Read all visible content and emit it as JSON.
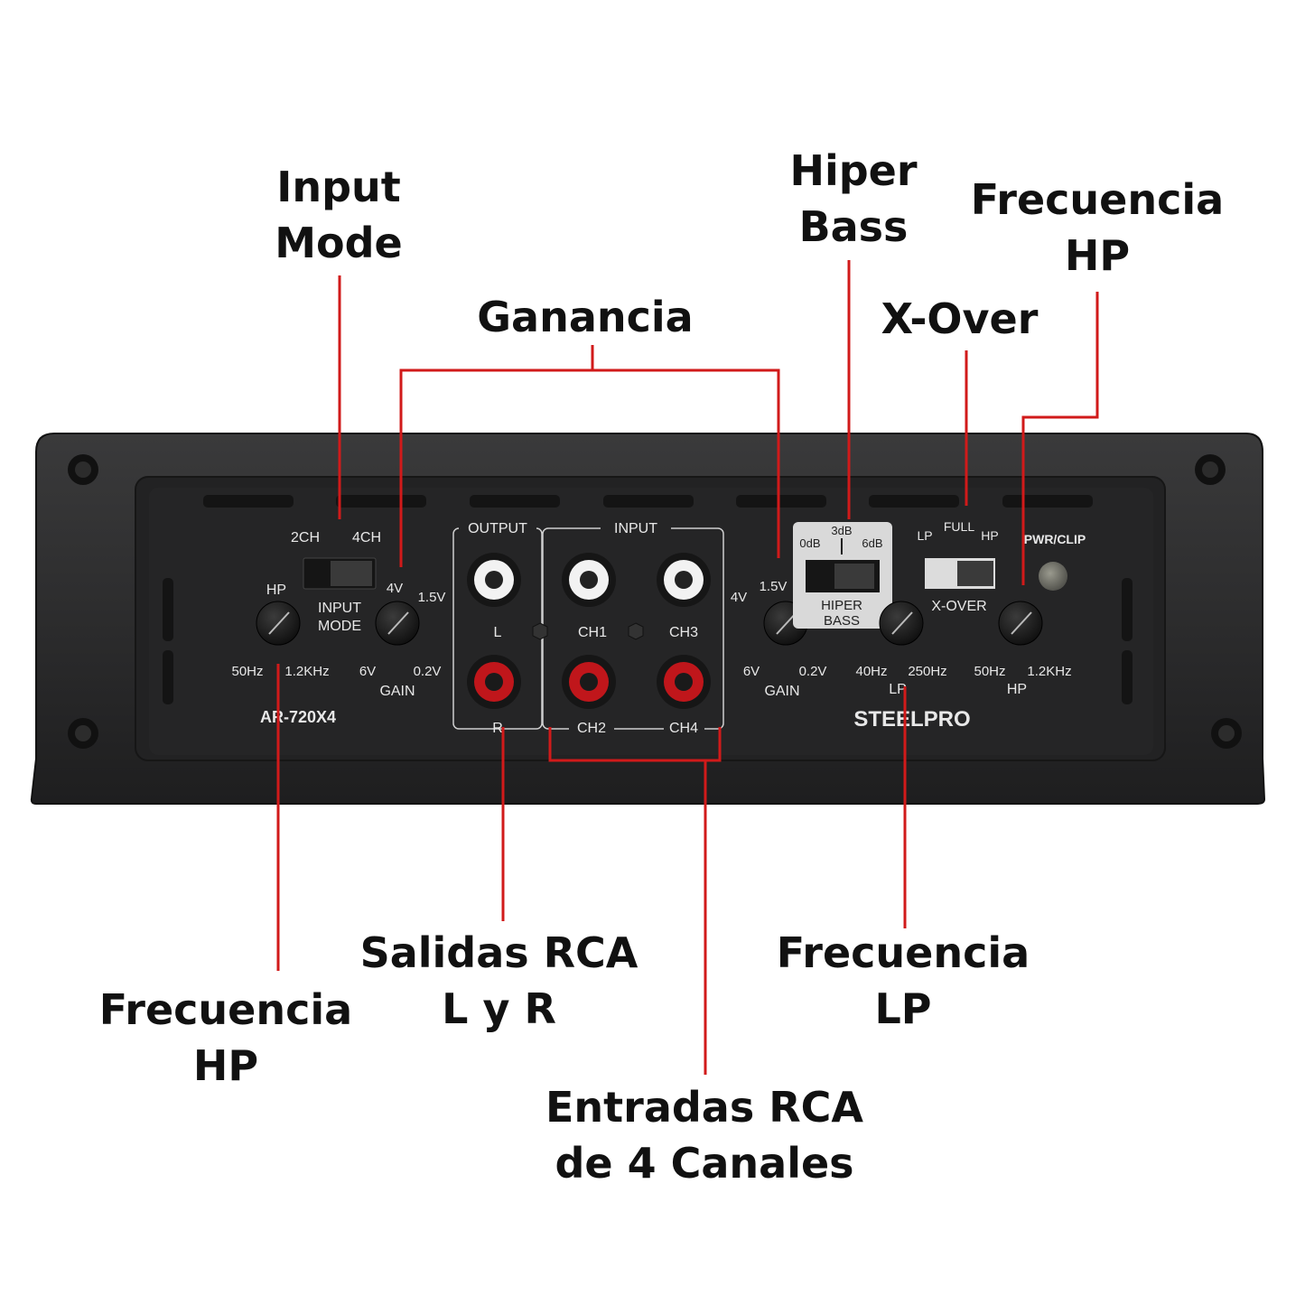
{
  "callouts": {
    "input_mode": [
      "Input",
      "Mode"
    ],
    "ganancia": [
      "Ganancia"
    ],
    "hiper_bass": [
      "Hiper",
      "Bass"
    ],
    "xover": [
      "X-Over"
    ],
    "freq_hp_top": [
      "Frecuencia",
      "HP"
    ],
    "freq_hp_bottom": [
      "Frecuencia",
      "HP"
    ],
    "salidas_rca": [
      "Salidas RCA",
      "L y R"
    ],
    "entradas_rca": [
      "Entradas RCA",
      "de 4 Canales"
    ],
    "freq_lp": [
      "Frecuencia",
      "LP"
    ]
  },
  "panel": {
    "switch_2ch": "2CH",
    "switch_4ch": "4CH",
    "input_mode_1": "INPUT",
    "input_mode_2": "MODE",
    "hp_left": "HP",
    "hp_left_min": "50Hz",
    "hp_left_max": "1.2KHz",
    "gain_left_max": "4V",
    "gain_left_min_top": "1.5V",
    "gain_left_low": "6V",
    "gain_left_high": "0.2V",
    "gain_left_label": "GAIN",
    "model": "AR-720X4",
    "output_label": "OUTPUT",
    "input_label": "INPUT",
    "out_l": "L",
    "out_r": "R",
    "ch1": "CH1",
    "ch2": "CH2",
    "ch3": "CH3",
    "ch4": "CH4",
    "gain_right_max": "4V",
    "gain_right_top": "1.5V",
    "gain_right_low": "6V",
    "gain_right_high": "0.2V",
    "gain_right_label": "GAIN",
    "bass_3db": "3dB",
    "bass_0db": "0dB",
    "bass_6db": "6dB",
    "hiper_1": "HIPER",
    "hiper_2": "BASS",
    "lp_low": "40Hz",
    "lp_high": "250Hz",
    "lp_label": "LP",
    "xover_lp": "LP",
    "xover_full": "FULL",
    "xover_hp": "HP",
    "xover_label": "X-OVER",
    "pwr_clip": "PWR/CLIP",
    "hp_right_min": "50Hz",
    "hp_right_max": "1.2KHz",
    "hp_right_label": "HP",
    "brand": "STEELPRO"
  },
  "colors": {
    "callout_line": "#d11a1a",
    "chassis": "#2b2b2c",
    "panel": "#222223",
    "rca_red": "#c0161b",
    "rca_white": "#f2f2f2"
  }
}
